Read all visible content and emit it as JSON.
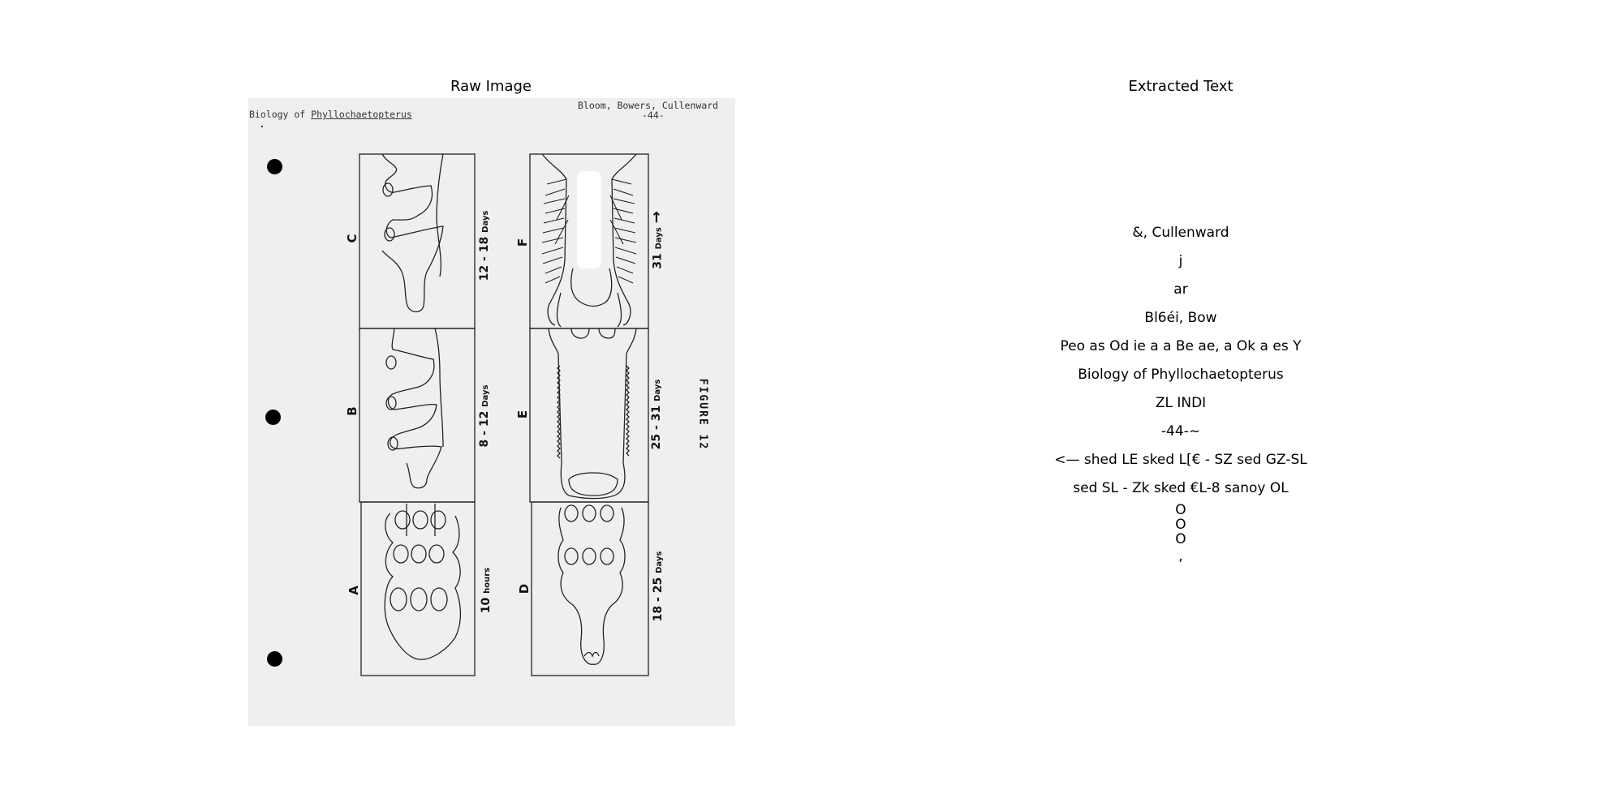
{
  "panels": {
    "raw_title": "Raw Image",
    "text_title": "Extracted Text"
  },
  "scan": {
    "header_left_prefix": "Biology of ",
    "header_left_underlined": "Phyllochaetopterus",
    "header_right": "Bloom, Bowers, Cullenward",
    "page_number": "-44-",
    "labels": {
      "a": "A",
      "b": "B",
      "c": "C",
      "d": "D",
      "e": "E",
      "f": "F"
    },
    "times": {
      "a": "10",
      "a_unit": "hours",
      "b": "8 - 12",
      "b_unit": "Days",
      "c": "12 - 18",
      "c_unit": "Days",
      "d": "18 - 25",
      "d_unit": "Days",
      "e": "25 - 31",
      "e_unit": "Days",
      "f": "31",
      "f_unit": "Days"
    },
    "arrow": "→",
    "figure_label": "FIGURE 12"
  },
  "extracted_lines": [
    "&, Cullenward",
    "j",
    "ar",
    "Bl6éi, Bow",
    "Peo as Od ie a a Be ae, a Ok a es Y",
    "Biology of Phyllochaetopterus",
    "ZL INDI",
    "-44-~",
    "<— shed LE sked L[€ - SZ sed GZ-SL",
    "sed SL - Zk sked €L-8 sanoy OL",
    "O",
    "O",
    "O",
    ","
  ]
}
